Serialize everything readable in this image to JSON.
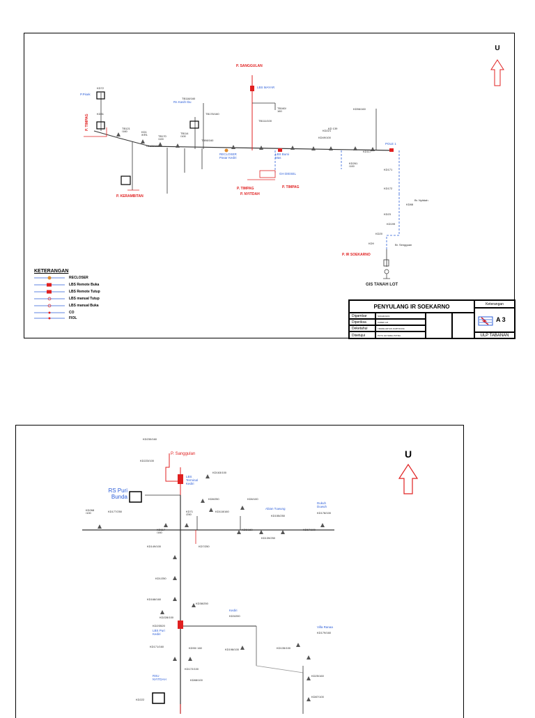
{
  "sheet1": {
    "north": "U",
    "labels": {
      "p_sanggulan": "P. SANGGULAN",
      "lbs_mayar": "LBS MAYAR",
      "p_pisek": "P.Pisek",
      "p_timpag_v": "P. TIMPAG",
      "p_kerambitan": "P. KERAMBITAN",
      "rs_kasih_ibu": "Rs Kasih Ibu",
      "recloser_pasar": "RECLOSER Pasar Kediri",
      "lbs_bumi_mas": "LBS Bumi Mas",
      "gh_diesel": "GH DIESEL",
      "p_timpag1": "P. TIMPAG",
      "p_nyitdah": "P. NYITDAH",
      "p_timpag2": "P. TIMPAG",
      "pole1": "POLE 1",
      "br_nyitdah": "Br. Nyitdah",
      "br_sengguan": "Br. Sengguan",
      "p_ir_soekarno": "P. IR SOEKARNO",
      "gis_tanah_lot": "GIS TANAH LOT",
      "gardu_kd72": "KD72",
      "gardu_kd31": "KD31",
      "gardu_tb121": "TB121 /160",
      "gardu_kd1": "KD1 /KR1",
      "gardu_tb170": "TB170 /100",
      "gardu_tb123": "TB123/100",
      "gardu_tb118": "TB118/160",
      "gardu_tb176": "TB176/160",
      "gardu_tb114": "TB114 /100",
      "gardu_tb98": "TB98/160",
      "gardu_tb111": "TB111/100",
      "gardu_tb160": "TB160/ 160",
      "gardu_kd56": "KD56/160",
      "gardu_kd171": "KD171",
      "gardu_kd172": "KD172",
      "gardu_kd88": "KD88",
      "gardu_kd23": "KD23",
      "gardu_kd199": "KD199",
      "gardu_kd20": "KD20",
      "gardu_kd9": "KD9",
      "gardu_kd221": "KD221",
      "gardu_kd139": "KD 139",
      "gardu_kd49": "KD49/100",
      "gardu_kd117": "KD117",
      "gardu_kd261": "KD261 /100"
    },
    "legend": {
      "title": "KETERANGAN",
      "items": [
        "RECLOSER",
        "LBS Remote Buka",
        "LBS Remote Tutup",
        "LBS manual Tutup",
        "LBS manual Buka",
        "CO",
        "FIOL"
      ]
    },
    "titleblock": {
      "title": "PENYULANG IR SOEKARNO",
      "keterangan": "Keterangan",
      "rows": [
        {
          "label": "Digambar",
          "value": "SUKARJAYA"
        },
        {
          "label": "Diperiksa",
          "value": "KADEK AJI"
        },
        {
          "label": "Deketahui",
          "value": "I MADE ADYAS KARTIKANA"
        },
        {
          "label": "Disetujui",
          "value": "PUTU GD WIRA PUTRA"
        }
      ],
      "sheet_size": "A 3",
      "unit": "ULP TABANAN"
    }
  },
  "sheet2": {
    "north": "U",
    "labels": {
      "p_sanggulan": "P. Sanggulan",
      "rs_puri_bunda": "RS Puri Bunda",
      "lbs_terminal": "LBS Terminal Kediri",
      "kd230": "KD230/160",
      "kd223": "KD223/100",
      "kd268": "KD268 /100",
      "kd177": "KD177/250",
      "kd71": "KD71 /250",
      "kd163": "KD163/100",
      "kd8": "KD8/250",
      "kd118": "KD118/160",
      "kd6": "KD6/100",
      "abian": "Abian Tuwung",
      "kd155": "KD155/250",
      "dukuh": "Dukuh Duwuh",
      "kd178": "KD178/100",
      "kd117": "KD117 /160",
      "kd5": "KD5/160",
      "kd139": "KD139/250",
      "kd67": "KD67/100",
      "kd149": "KD149/100",
      "kd7": "KD7/250",
      "kd1": "KD1/250",
      "kd168": "KD168/160",
      "kd228": "KD228/100",
      "kd38": "KD38/250",
      "kd2": "KD2/3520",
      "lbs_puri": "LBS Puri Kediri",
      "kediri": "Kediri",
      "kd_200": "KD3/200",
      "kd171": "KD171/160",
      "kd90": "KD90/ 160",
      "kd198": "KD198/100",
      "kd135": "KD135/100",
      "villa": "Villa Ranaa",
      "kd179": "KD179/160",
      "rsu": "RSU NYITDAH",
      "kd172": "KD172/100",
      "kd222": "KD222",
      "kd88": "KD88/100",
      "kd25": "KD25/160",
      "kd87": "KD87/100"
    }
  }
}
